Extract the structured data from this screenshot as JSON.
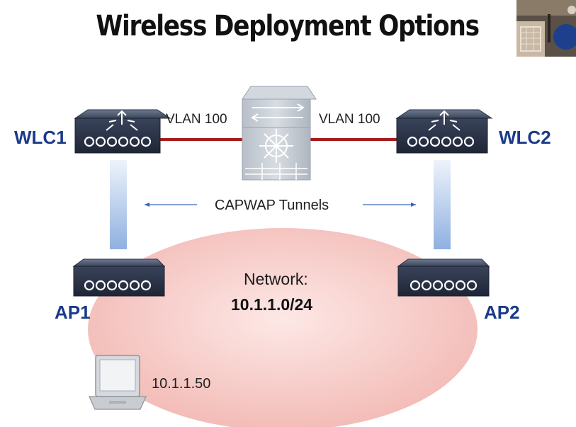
{
  "slide": {
    "title": "Wireless Deployment Options"
  },
  "devices": {
    "wlc1": "WLC1",
    "wlc2": "WLC2",
    "ap1": "AP1",
    "ap2": "AP2"
  },
  "links": {
    "left_vlan": "VLAN 100",
    "right_vlan": "VLAN 100",
    "tunnels": "CAPWAP Tunnels"
  },
  "network": {
    "label": "Network:",
    "subnet": "10.1.1.0/24"
  },
  "client": {
    "ip": "10.1.1.50"
  },
  "colors": {
    "device_label": "#1b3a8a",
    "trunk_link": "#a51c1c",
    "network_cloud": "#f4c4c0",
    "tunnel": "#8fb0e0"
  }
}
